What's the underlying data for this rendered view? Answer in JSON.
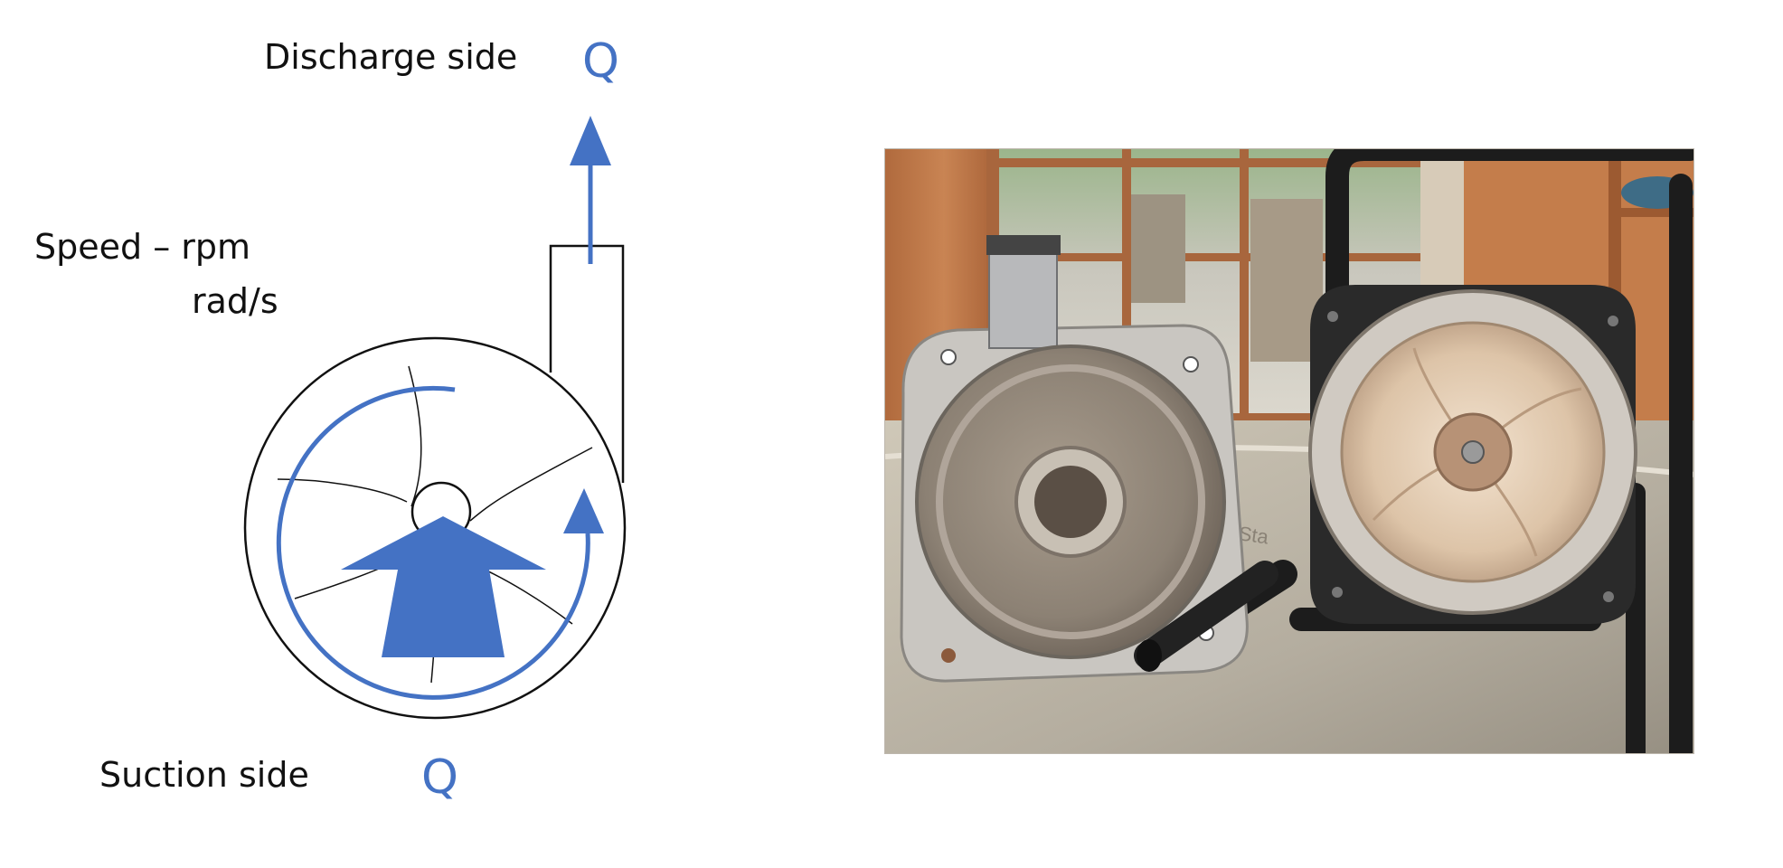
{
  "diagram": {
    "discharge_label": "Discharge side",
    "discharge_flow_symbol": "Q",
    "speed_label": "Speed – rpm",
    "speed_unit_alt": "rad/s",
    "suction_label": "Suction side",
    "suction_flow_symbol": "Q",
    "accent_color": "#4472c4",
    "outline_color": "#111111"
  },
  "photo": {
    "subject": "disassembled-pump-casing-and-impeller",
    "embossed_text": "Sta"
  }
}
